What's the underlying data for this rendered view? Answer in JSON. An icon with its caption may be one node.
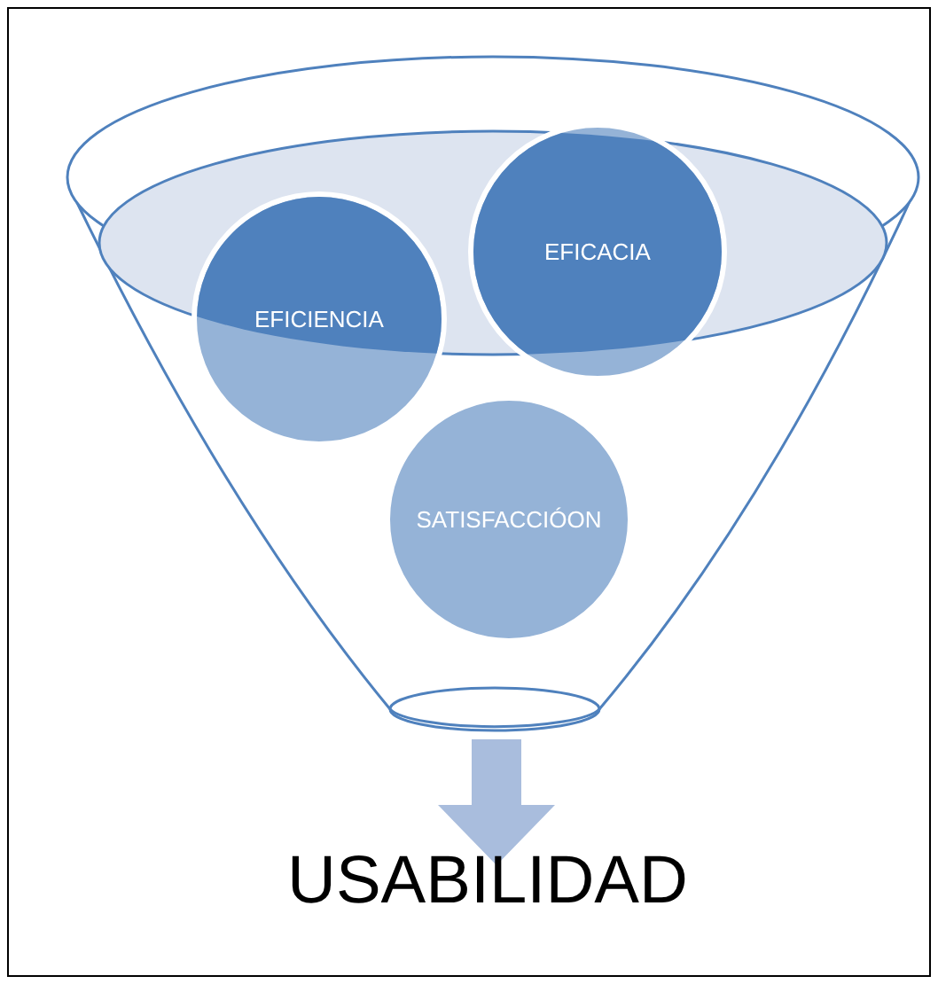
{
  "diagram": {
    "nodes": [
      {
        "text": [],
        "shape": "funnel"
      },
      {
        "text": [
          "EFICIENCIA"
        ]
      },
      {
        "text": [
          "EFICACIA"
        ]
      },
      {
        "text": [
          "SATISFACCIÓON"
        ],
        "in": 0
      },
      {
        "text": [
          "USABILIDAD"
        ]
      }
    ],
    "edges": [
      {
        "from": 0,
        "to": 4,
        "arrow": "to"
      }
    ]
  }
}
